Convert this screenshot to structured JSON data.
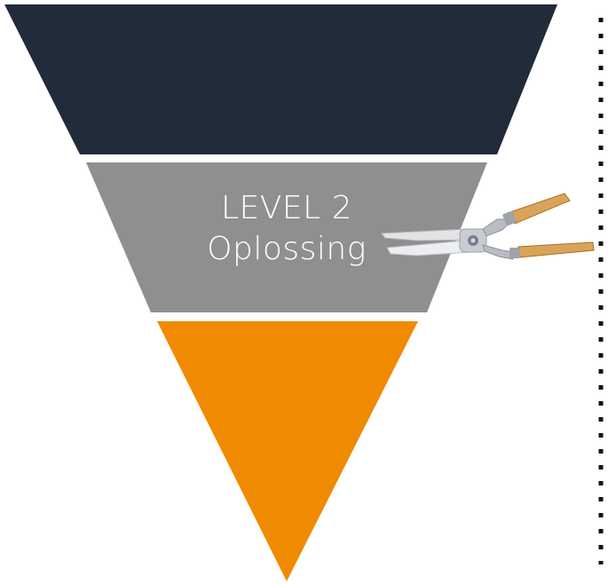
{
  "funnel": {
    "colors": {
      "level_1": "#222b3a",
      "level_2": "#8f8f8f",
      "level_3": "#f08a00"
    },
    "level_2": {
      "title": "LEVEL 2",
      "subtitle": "Oplossing"
    }
  },
  "decoration": {
    "icon": "hedge-shears-icon",
    "divider": "dotted-vertical-line"
  }
}
